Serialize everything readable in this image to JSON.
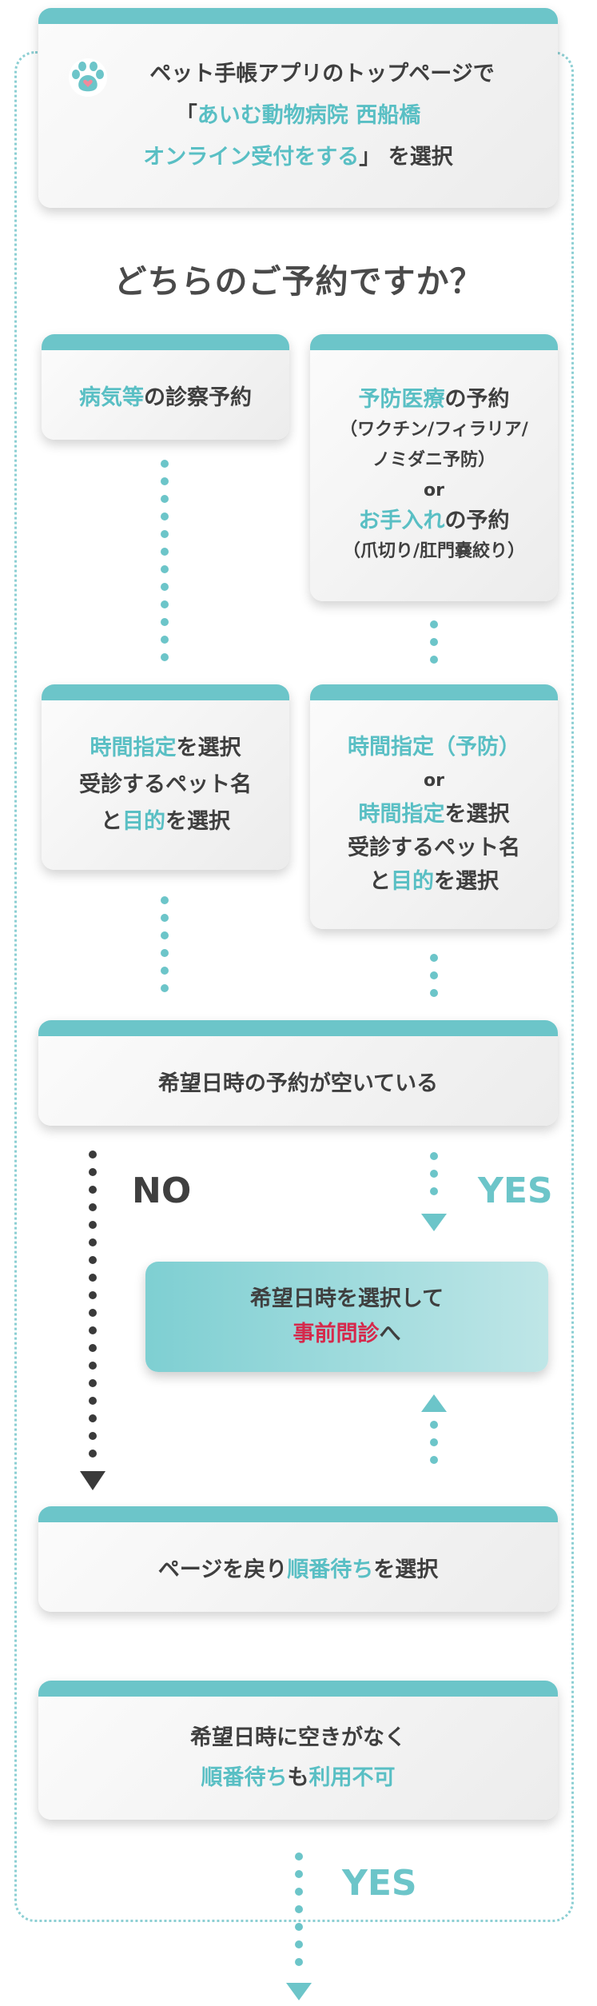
{
  "intro": {
    "line1": "ペット手帳アプリのトップページで",
    "bracket_open": "「",
    "line2": "あいむ動物病院 西船橋",
    "line3": "オンライン受付をする",
    "bracket_close": "」",
    "line3_suffix": "を選択"
  },
  "question": "どちらのご予約ですか？",
  "left_choice": {
    "highlight": "病気等",
    "rest": "の診察予約"
  },
  "right_choice": {
    "a_highlight": "予防医療",
    "a_rest": "の予約",
    "a_detail": "（ワクチン/フィラリア/",
    "a_detail2": "ノミダニ予防）",
    "or": "or",
    "b_highlight": "お手入れ",
    "b_rest": "の予約",
    "b_detail": "（爪切り/肛門嚢絞り）"
  },
  "left_step": {
    "l1_highlight": "時間指定",
    "l1_rest": "を選択",
    "l2": "受診するペット名",
    "l3_pre": "と",
    "l3_highlight": "目的",
    "l3_rest": "を選択"
  },
  "right_step": {
    "l1": "時間指定（予防）",
    "or": "or",
    "l2_highlight": "時間指定",
    "l2_rest": "を選択",
    "l3": "受診するペット名",
    "l4_pre": "と",
    "l4_highlight": "目的",
    "l4_rest": "を選択"
  },
  "availability": "希望日時の予約が空いている",
  "no_label": "NO",
  "yes_label": "YES",
  "result": {
    "line1": "希望日時を選択して",
    "red": "事前問診",
    "suffix": "へ"
  },
  "return_step": {
    "pre": "ページを戻り",
    "highlight": "順番待ち",
    "rest": "を選択"
  },
  "unavailable": {
    "line1": "希望日時に空きがなく",
    "highlight": "順番待ち",
    "mid": "も",
    "highlight2": "利用不可"
  },
  "final_yes": "YES",
  "colors": {
    "teal": "#6cc5c9",
    "teal_text": "#59bfc4",
    "red": "#d6284b",
    "dark_dots": "#3a3a3a"
  }
}
